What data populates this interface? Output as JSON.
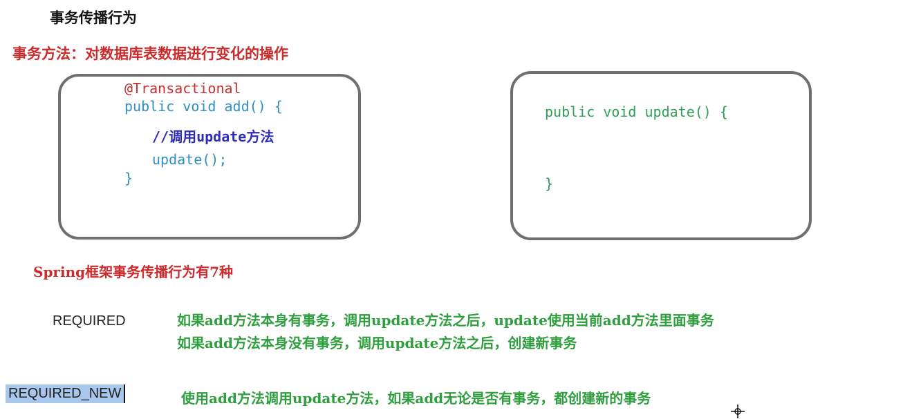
{
  "title": "事务传播行为",
  "subtitle": "事务方法：对数据库表数据进行变化的操作",
  "left_code": {
    "annotation": "@Transactional",
    "signature": "public void add() {",
    "comment": "//调用update方法",
    "call": "update();",
    "close": "}"
  },
  "right_code": {
    "signature": "public void update() {",
    "close": "}"
  },
  "spring_title": "Spring框架事务传播行为有7种",
  "behaviors": [
    {
      "name": "REQUIRED",
      "lines": [
        "如果add方法本身有事务，调用update方法之后，update使用当前add方法里面事务",
        "如果add方法本身没有事务，调用update方法之后，创建新事务"
      ]
    },
    {
      "name": "REQUIRED_NEW",
      "lines": [
        "使用add方法调用update方法，如果add无论是否有事务，都创建新的事务"
      ]
    }
  ],
  "colors": {
    "heading_red": "#cc2b2b",
    "code_blue": "#2f8fbf",
    "comment_navy": "#2e2eb8",
    "green": "#2e9e3e",
    "box_border": "#6f6f6f",
    "selection": "#a9c6ec"
  },
  "icons": {
    "cursor": "crosshair-move-cursor-icon"
  }
}
